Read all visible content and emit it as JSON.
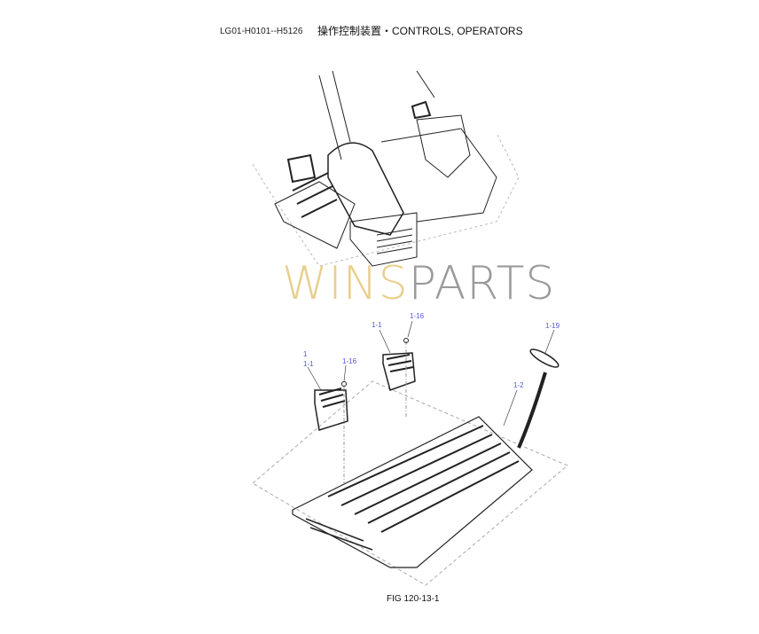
{
  "header": {
    "doc_code": "LG01-H0101--H5126",
    "title": "操作控制装置・CONTROLS, OPERATORS"
  },
  "watermark": {
    "part1": "WINS",
    "part2": "PARTS",
    "color1": "#e8cf8e",
    "color2": "#9a9a9a"
  },
  "callouts": [
    {
      "id": "c1",
      "label": "1"
    },
    {
      "id": "c2",
      "label": "1-1"
    },
    {
      "id": "c3",
      "label": "1-16"
    },
    {
      "id": "c4",
      "label": "1-1"
    },
    {
      "id": "c5",
      "label": "1-16"
    },
    {
      "id": "c6",
      "label": "1-19"
    },
    {
      "id": "c7",
      "label": "1-2"
    }
  ],
  "caption": "FIG 120-13-1"
}
